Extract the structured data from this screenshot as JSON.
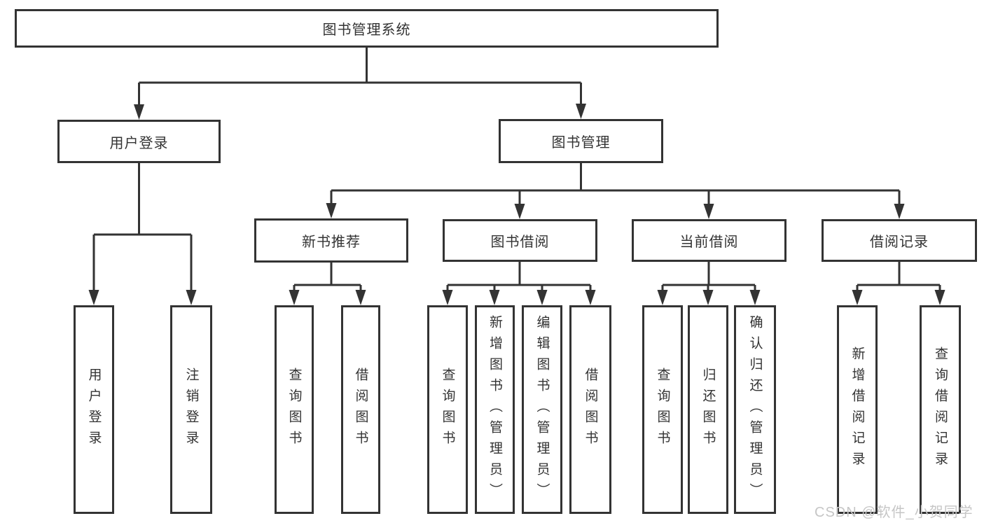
{
  "diagram": {
    "root": {
      "label": "图书管理系统"
    },
    "level2": {
      "user_login": {
        "label": "用户登录"
      },
      "book_mgmt": {
        "label": "图书管理"
      }
    },
    "level3": {
      "new_books": {
        "label": "新书推荐"
      },
      "book_borrow": {
        "label": "图书借阅"
      },
      "current_borrow": {
        "label": "当前借阅"
      },
      "borrow_records": {
        "label": "借阅记录"
      }
    },
    "leaves": {
      "user_login": [
        "用户登录",
        "注销登录"
      ],
      "new_books": [
        "查询图书",
        "借阅图书"
      ],
      "book_borrow": [
        "查询图书",
        "新增图书（管理员）",
        "编辑图书（管理员）",
        "借阅图书"
      ],
      "current_borrow": [
        "查询图书",
        "归还图书",
        "确认归还（管理员）"
      ],
      "borrow_records": [
        "新增借阅记录",
        "查询借阅记录"
      ]
    }
  },
  "colors": {
    "line": "#333333",
    "border": "#333333",
    "background": "#ffffff",
    "text": "#333333",
    "watermark": "#c6c6c6"
  },
  "watermark": {
    "text": "CSDN @软件_小贺同学"
  }
}
